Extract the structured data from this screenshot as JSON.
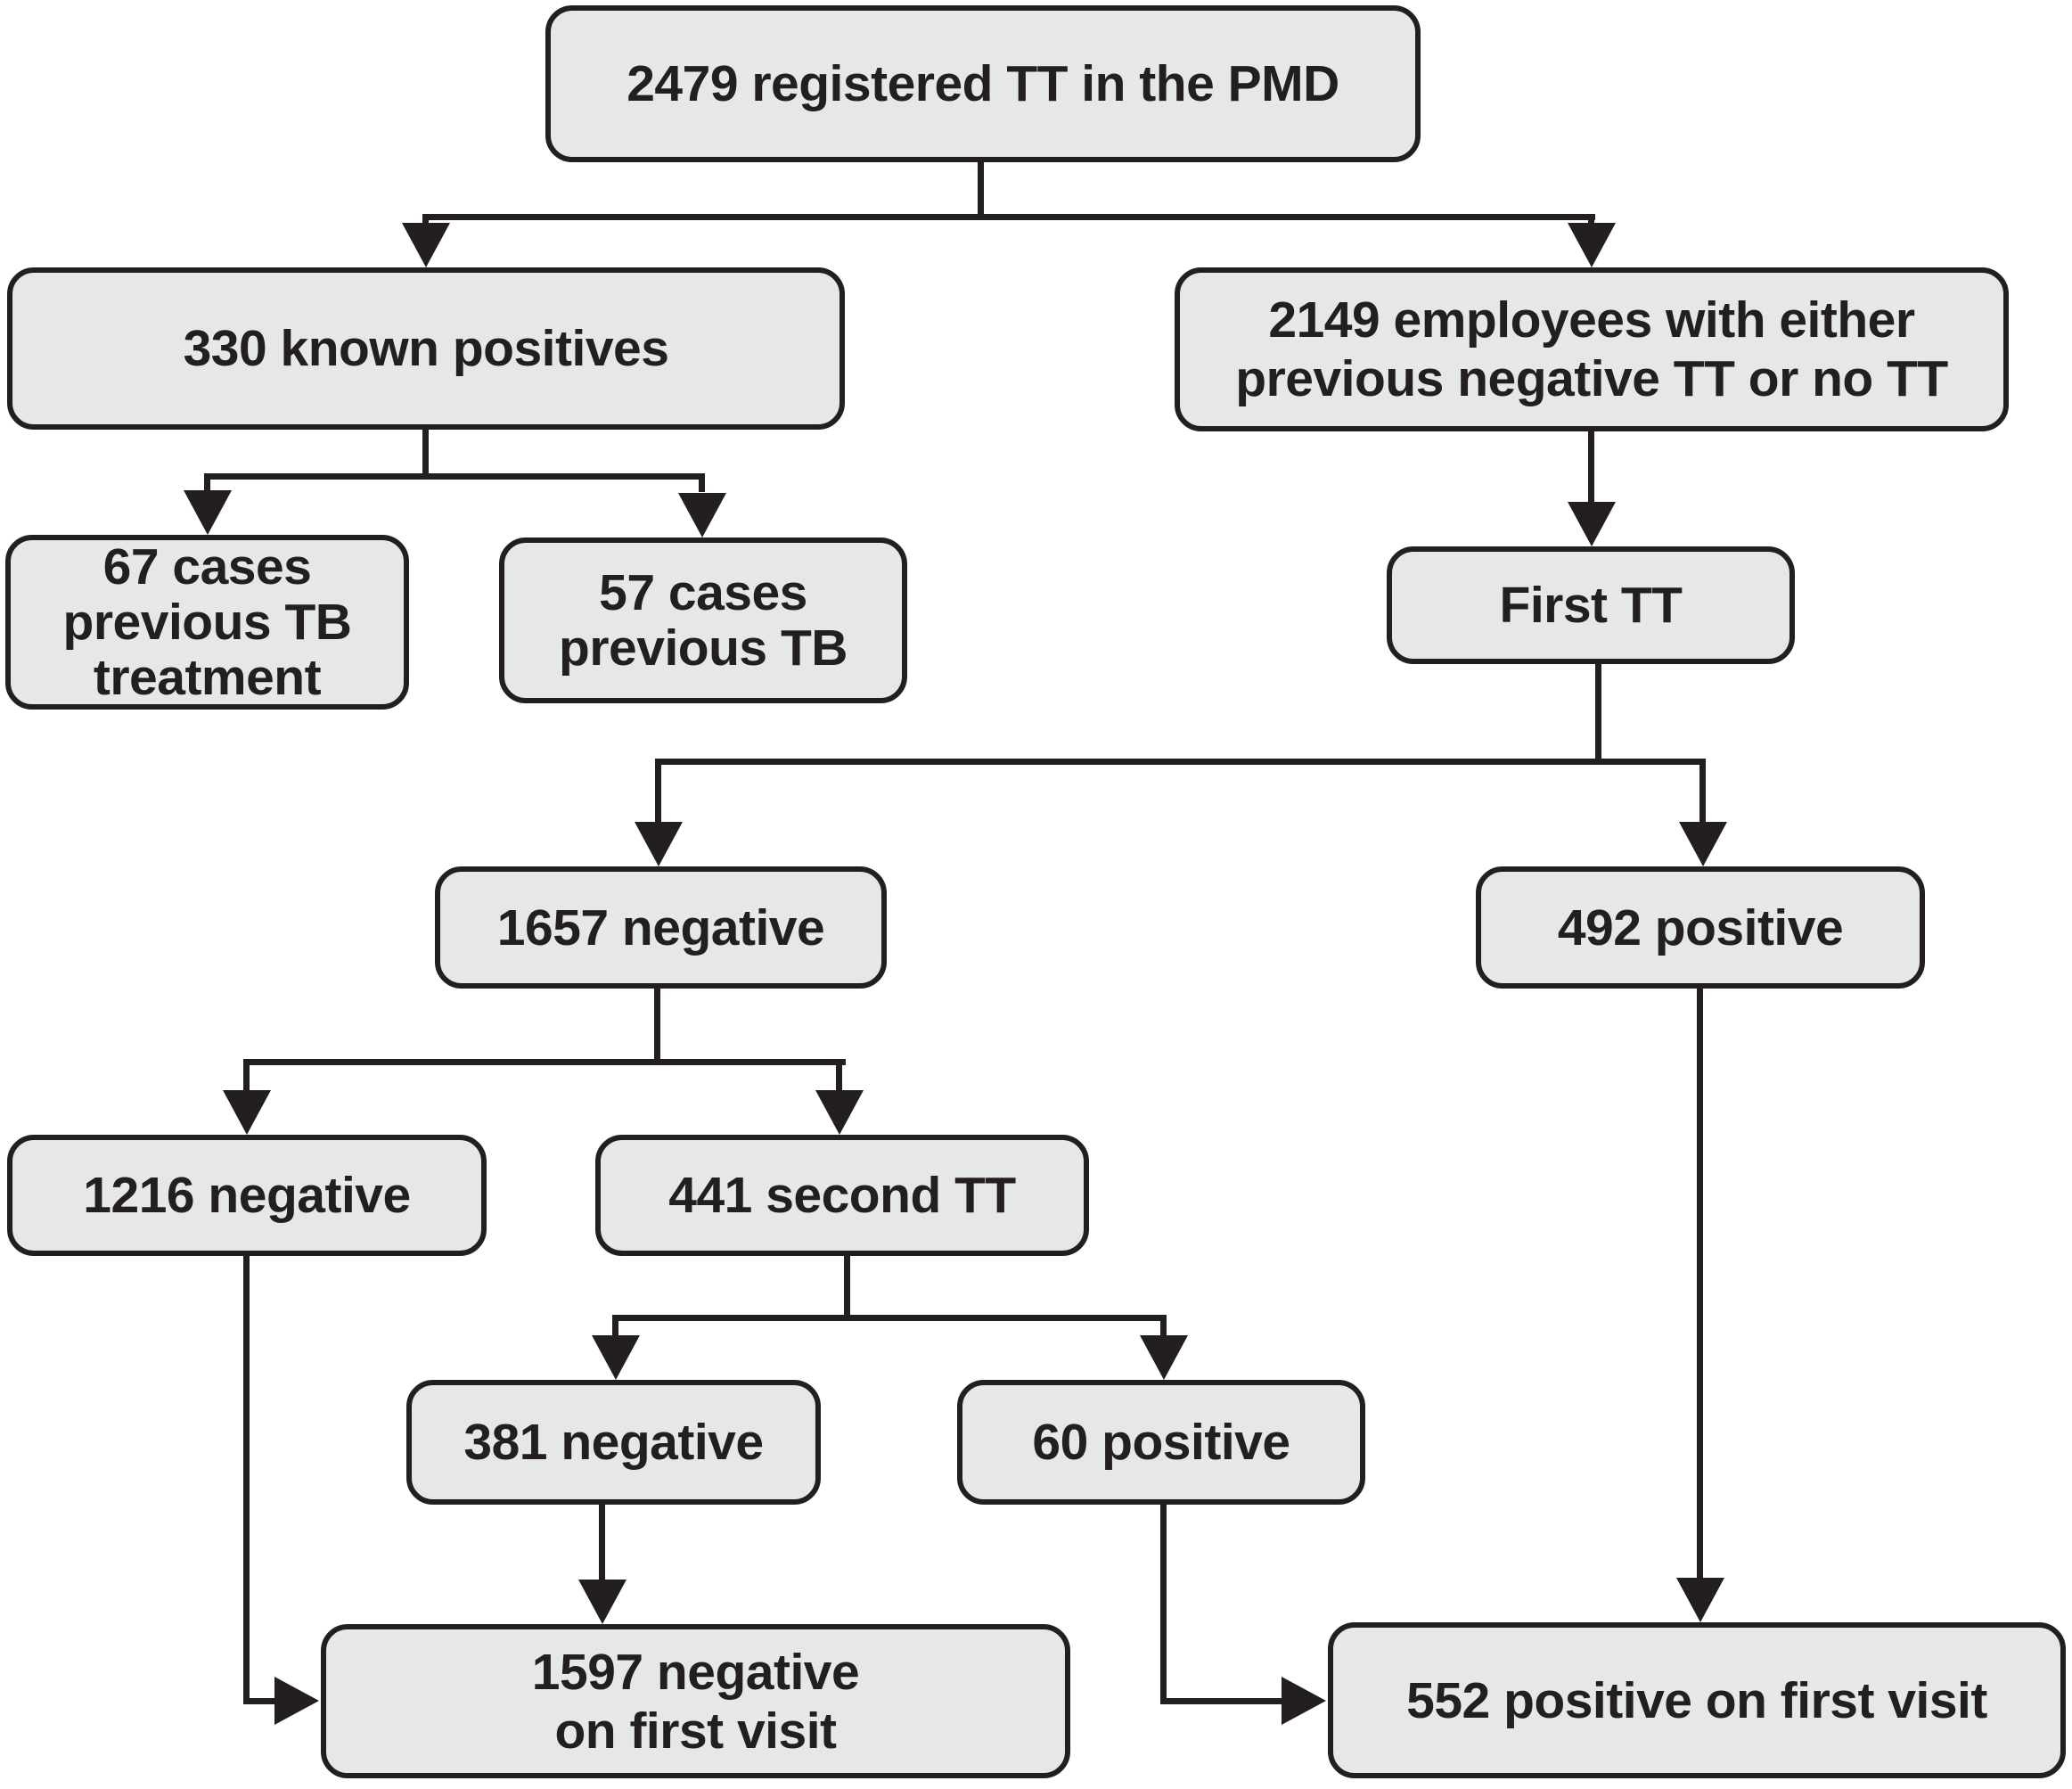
{
  "figure": {
    "type": "flow-diagram",
    "description": "Flow of tuberculin testing (TT) results for employees registered in the PMD",
    "background_color": "#ffffff"
  },
  "style": {
    "box_fill": "#e6e7e8",
    "box_border": "#231f20",
    "line_color": "#231f20",
    "text_color": "#231f20"
  },
  "nodes": {
    "root": {
      "lines": [
        "2479 registered TT in the PMD"
      ]
    },
    "known_positives": {
      "lines": [
        "330 known positives"
      ]
    },
    "prev_tb_treatment": {
      "lines": [
        "67 cases",
        "previous TB",
        "treatment"
      ]
    },
    "prev_tb": {
      "lines": [
        "57 cases",
        "previous TB"
      ]
    },
    "employees": {
      "lines": [
        "2149 employees with either",
        "previous negative TT or no TT"
      ]
    },
    "first_tt": {
      "lines": [
        "First TT"
      ]
    },
    "neg_1657": {
      "lines": [
        "1657 negative"
      ]
    },
    "pos_492": {
      "lines": [
        "492 positive"
      ]
    },
    "neg_1216": {
      "lines": [
        "1216 negative"
      ]
    },
    "second_tt": {
      "lines": [
        "441 second TT"
      ]
    },
    "neg_381": {
      "lines": [
        "381 negative"
      ]
    },
    "pos_60": {
      "lines": [
        "60 positive"
      ]
    },
    "neg_first_visit": {
      "lines": [
        "1597 negative",
        "on first visit"
      ]
    },
    "pos_first_visit": {
      "lines": [
        "552 positive on first visit"
      ]
    }
  },
  "edges": [
    {
      "from": "root",
      "to": "known_positives"
    },
    {
      "from": "root",
      "to": "employees"
    },
    {
      "from": "known_positives",
      "to": "prev_tb_treatment"
    },
    {
      "from": "known_positives",
      "to": "prev_tb"
    },
    {
      "from": "employees",
      "to": "first_tt"
    },
    {
      "from": "first_tt",
      "to": "neg_1657"
    },
    {
      "from": "first_tt",
      "to": "pos_492"
    },
    {
      "from": "neg_1657",
      "to": "neg_1216"
    },
    {
      "from": "neg_1657",
      "to": "second_tt"
    },
    {
      "from": "second_tt",
      "to": "neg_381"
    },
    {
      "from": "second_tt",
      "to": "pos_60"
    },
    {
      "from": "neg_381",
      "to": "neg_first_visit"
    },
    {
      "from": "neg_1216",
      "to": "neg_first_visit"
    },
    {
      "from": "pos_60",
      "to": "pos_first_visit"
    },
    {
      "from": "pos_492",
      "to": "pos_first_visit"
    }
  ]
}
